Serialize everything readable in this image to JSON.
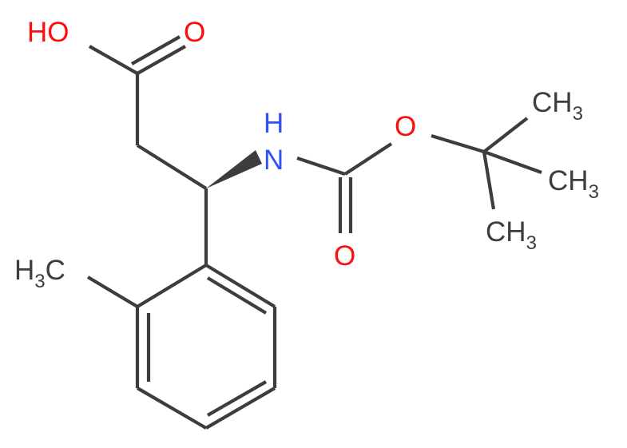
{
  "colors": {
    "bond": "#3d3d3d",
    "carbon": "#3d3d3d",
    "oxygen": "#ff0d0d",
    "nitrogen": "#3050f8",
    "background": "#ffffff"
  },
  "atoms": {
    "hydroxyl": {
      "main": "HO"
    },
    "carbonyl_acid": {
      "main": "O"
    },
    "amine": {
      "main": "H",
      "second": "N"
    },
    "ester_oxygen": {
      "main": "O"
    },
    "carbonyl_boc": {
      "main": "O"
    },
    "methyl_1": {
      "main": "CH",
      "sub": "3"
    },
    "methyl_2": {
      "main": "CH",
      "sub": "3"
    },
    "methyl_3": {
      "main": "CH",
      "sub": "3"
    },
    "aryl_methyl": {
      "main": "H",
      "sub": "3",
      "tail": "C"
    }
  }
}
